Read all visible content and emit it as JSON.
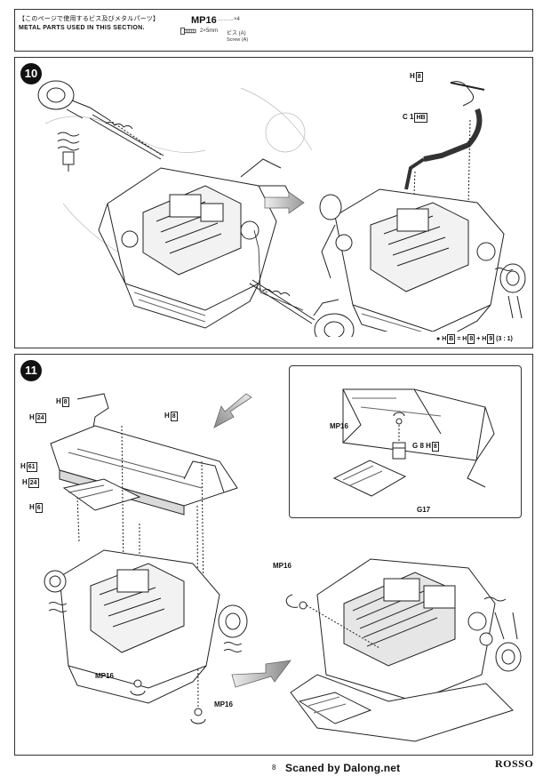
{
  "header": {
    "jp_title": "【このページで使用するビス及びメタルパーツ】",
    "en_title": "METAL PARTS USED IN THIS SECTION.",
    "screw": {
      "code": "MP16",
      "quantity": "………×4",
      "size": "2×5mm",
      "name_jp": "ビス (A)",
      "name_en": "Screw (A)",
      "icon": "screw-icon"
    }
  },
  "step10": {
    "number": "10",
    "labels": {
      "h8_top_prefix": "H",
      "h8_top_box": "8",
      "c1_prefix": "C 1",
      "c1_box": "H",
      "c1_box2": "B"
    },
    "arrow_icon": "right-arrow-icon",
    "note": {
      "bullet": "●",
      "text_prefix": "H",
      "box1": "B",
      "text_mid": "= H",
      "box2": "8",
      "text_plus": "+ H",
      "box3": "9",
      "ratio": "(3 : 1)"
    }
  },
  "step11": {
    "number": "11",
    "labels": {
      "h8_a": "H",
      "h8_a_box": "8",
      "h24_a": "H",
      "h24_a_box": "24",
      "h8_b": "H",
      "h8_b_box": "8",
      "h61": "H",
      "h61_box": "61",
      "h24_b": "H",
      "h24_b_box": "24",
      "h6": "H",
      "h6_box": "6",
      "mp16_left_1": "MP16",
      "mp16_left_2": "MP16",
      "mp16_right": "MP16"
    },
    "inset": {
      "mp16": "MP16",
      "g8": "G 8",
      "h8": "H",
      "h8_box": "8",
      "g17": "G17"
    }
  },
  "footer": {
    "page_number": "8",
    "scan_credit": "Scaned by Dalong.net",
    "brand": "ROSSO"
  }
}
